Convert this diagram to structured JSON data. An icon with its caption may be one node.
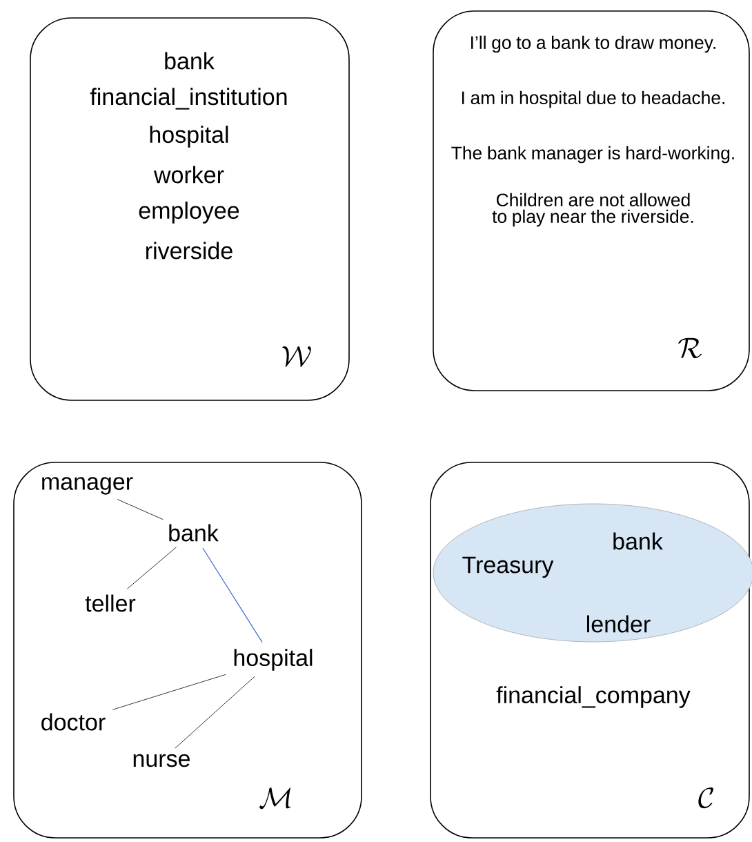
{
  "diagram": {
    "nodes": [
      {
        "text": [
          "bank",
          "financial_institution",
          "hospital",
          "worker",
          "employee",
          "riverside",
          "\\mathcal{W}"
        ]
      },
      {
        "text": [
          "I’ll go to a bank to draw money.",
          "I am in hospital due to headache.",
          "The bank manager is hard-working.",
          "Children are not allowed to play near the riverside.",
          "\\mathcal{R}"
        ]
      },
      {
        "text": [
          "\\mathcal{M}"
        ]
      },
      {
        "text": [
          "manager"
        ],
        "in": 2
      },
      {
        "text": [
          "bank"
        ],
        "in": 2
      },
      {
        "text": [
          "teller"
        ],
        "in": 2
      },
      {
        "text": [
          "hospital"
        ],
        "in": 2
      },
      {
        "text": [
          "doctor"
        ],
        "in": 2
      },
      {
        "text": [
          "nurse"
        ],
        "in": 2
      },
      {
        "text": [
          "financial_company",
          "\\mathcal{C}"
        ]
      },
      {
        "text": [
          "bank",
          "Treasury",
          "lender"
        ],
        "in": 9
      }
    ],
    "edges": [
      {
        "from": 3,
        "to": 4,
        "arrow": "none"
      },
      {
        "from": 4,
        "to": 5,
        "arrow": "none"
      },
      {
        "from": 4,
        "to": 6,
        "arrow": "none",
        "color": "#3b67cc"
      },
      {
        "from": 6,
        "to": 7,
        "arrow": "none"
      },
      {
        "from": 6,
        "to": 8,
        "arrow": "none"
      }
    ]
  }
}
